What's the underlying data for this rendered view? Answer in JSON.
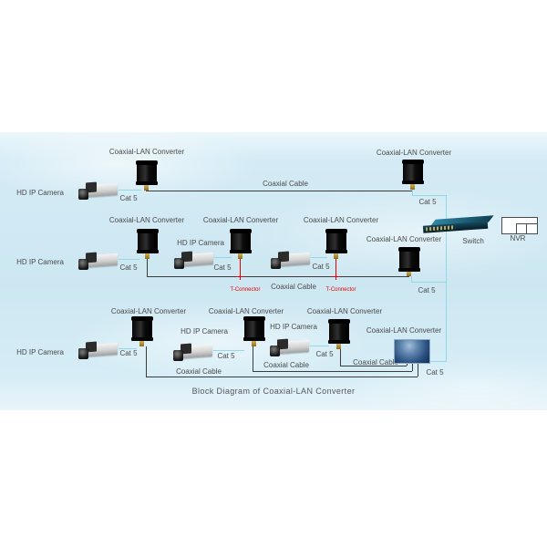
{
  "title": "Block Diagram of Coaxial-LAN Converter",
  "strings": {
    "converter_label": "Coaxial-LAN Converter",
    "camera_label": "HD IP Camera",
    "cat5_label": "Cat 5",
    "coaxial_cable_label": "Coaxial Cable",
    "t_connector_label": "T-Connector",
    "switch_label": "Switch",
    "nvr_label": "NVR"
  },
  "colors": {
    "background_band": "#cde7f2",
    "coax_line": "#3c3c3c",
    "cat5_line": "#93d8e9",
    "t_connector_red": "#e80000",
    "label_text": "#4a4a4a"
  }
}
